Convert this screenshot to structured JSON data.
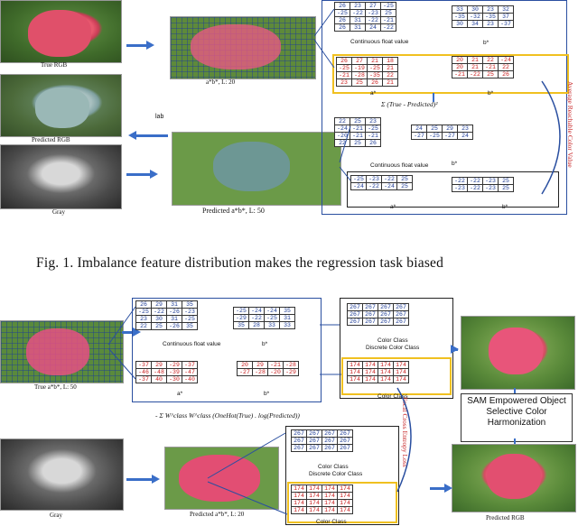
{
  "figure1": {
    "caption": "Fig. 1.  Imbalance feature distribution makes the regression task biased",
    "labels": {
      "true_rgb": "True RGB",
      "predicted_rgb": "Predicted RGB",
      "gray": "Gray",
      "ab_top": "a*b*, L: 20",
      "ab_bottom": "Predicted a*b*, L: 50",
      "cont_float_top": "Continuous float value",
      "cont_float_bottom": "Continuous float value",
      "a_star": "a*",
      "b_star": "b*",
      "sum_formula": "Σ (True - Predicted)²",
      "vertical_note": "Average Reachable Color Value",
      "lab_side": "lab"
    },
    "matrices": {
      "top_a": [
        [
          "26",
          "23",
          "27",
          "-25"
        ],
        [
          "-25",
          "-22",
          "-23",
          "25"
        ],
        [
          "26",
          "31",
          "-22",
          "-21"
        ],
        [
          "26",
          "31",
          "24",
          "-22"
        ]
      ],
      "top_b": [
        [
          "33",
          "30",
          "23",
          "32"
        ],
        [
          "-35",
          "-32",
          "-35",
          "37"
        ],
        [
          "30",
          "34",
          "23",
          "-37"
        ]
      ],
      "mid_a": [
        [
          "26",
          "27",
          "21",
          "18"
        ],
        [
          "-25",
          "-19",
          "-25",
          "21"
        ],
        [
          "-21",
          "-28",
          "-35",
          "22"
        ],
        [
          "23",
          "25",
          "26",
          "21"
        ]
      ],
      "mid_b": [
        [
          "20",
          "21",
          "22",
          "-24"
        ],
        [
          "20",
          "21",
          "-21",
          "22"
        ],
        [
          "-21",
          "-22",
          "25",
          "26"
        ]
      ],
      "pred_a": [
        [
          "22",
          "25",
          "23"
        ],
        [
          "-24",
          "-21",
          "-25"
        ],
        [
          "-20",
          "-21",
          "-21"
        ],
        [
          "22",
          "25",
          "26"
        ]
      ],
      "pred_b": [
        [
          "24",
          "25",
          "29",
          "23"
        ],
        [
          "-27",
          "-25",
          "-27",
          "24"
        ]
      ],
      "pred2_a": [
        [
          "-25",
          "-23",
          "-22",
          "25"
        ],
        [
          "-24",
          "-22",
          "-24",
          "25"
        ]
      ],
      "pred2_b": [
        [
          "-22",
          "-22",
          "-23",
          "25"
        ],
        [
          "-23",
          "-22",
          "-23",
          "25"
        ]
      ]
    }
  },
  "figure2": {
    "labels": {
      "true_ab": "True a*b*, L: 50",
      "gray": "Gray",
      "predicted_ab": "Predicted a*b*, L: 20",
      "predicted_rgb": "Predicted RGB",
      "cont_float": "Continuous float value",
      "color_class_top": "Color Class",
      "discrete_top": "Discrete Color Class",
      "color_class_mid": "Color Class",
      "color_class_low": "Color Class",
      "discrete_low": "Discrete Color Class",
      "color_class_bottom": "Color Class",
      "a_star": "a*",
      "b_star": "b*",
      "formula": "- Σ W^class W^class (OneHot(True) . log(Predicted))",
      "vertical_note": "Focal Cross Entropy Loss",
      "sam_box": "SAM Empowered Object Selective Color Harmonization"
    },
    "matrices": {
      "a_top": [
        [
          "26",
          "29",
          "31",
          "35"
        ],
        [
          "-25",
          "-22",
          "-26",
          "-23"
        ],
        [
          "23",
          "30",
          "31",
          "-25"
        ],
        [
          "22",
          "25",
          "-26",
          "35"
        ]
      ],
      "b_top": [
        [
          "-25",
          "-24",
          "-24",
          "35"
        ],
        [
          "-29",
          "-22",
          "-25",
          "31"
        ],
        [
          "35",
          "28",
          "33",
          "33"
        ]
      ],
      "a_red": [
        [
          "-37",
          "29",
          "-29",
          "-37"
        ],
        [
          "-46",
          "-48",
          "-39",
          "-47"
        ],
        [
          "-37",
          "40",
          "-30",
          "-40"
        ]
      ],
      "b_red": [
        [
          "20",
          "29",
          "-21",
          "-28"
        ],
        [
          "-27",
          "-28",
          "-20",
          "-29"
        ]
      ],
      "class_top": [
        [
          "267",
          "267",
          "267",
          "267"
        ],
        [
          "267",
          "267",
          "267",
          "267"
        ],
        [
          "267",
          "267",
          "267",
          "267"
        ]
      ],
      "class_red": [
        [
          "174",
          "174",
          "174",
          "174"
        ],
        [
          "174",
          "174",
          "174",
          "174"
        ],
        [
          "174",
          "174",
          "174",
          "174"
        ]
      ],
      "class_low": [
        [
          "267",
          "267",
          "267",
          "267"
        ],
        [
          "267",
          "267",
          "267",
          "267"
        ],
        [
          "267",
          "267",
          "267",
          "267"
        ]
      ],
      "class_red_low": [
        [
          "174",
          "174",
          "174",
          "174"
        ],
        [
          "174",
          "174",
          "174",
          "174"
        ],
        [
          "174",
          "174",
          "174",
          "174"
        ],
        [
          "174",
          "174",
          "174",
          "174"
        ]
      ]
    }
  }
}
